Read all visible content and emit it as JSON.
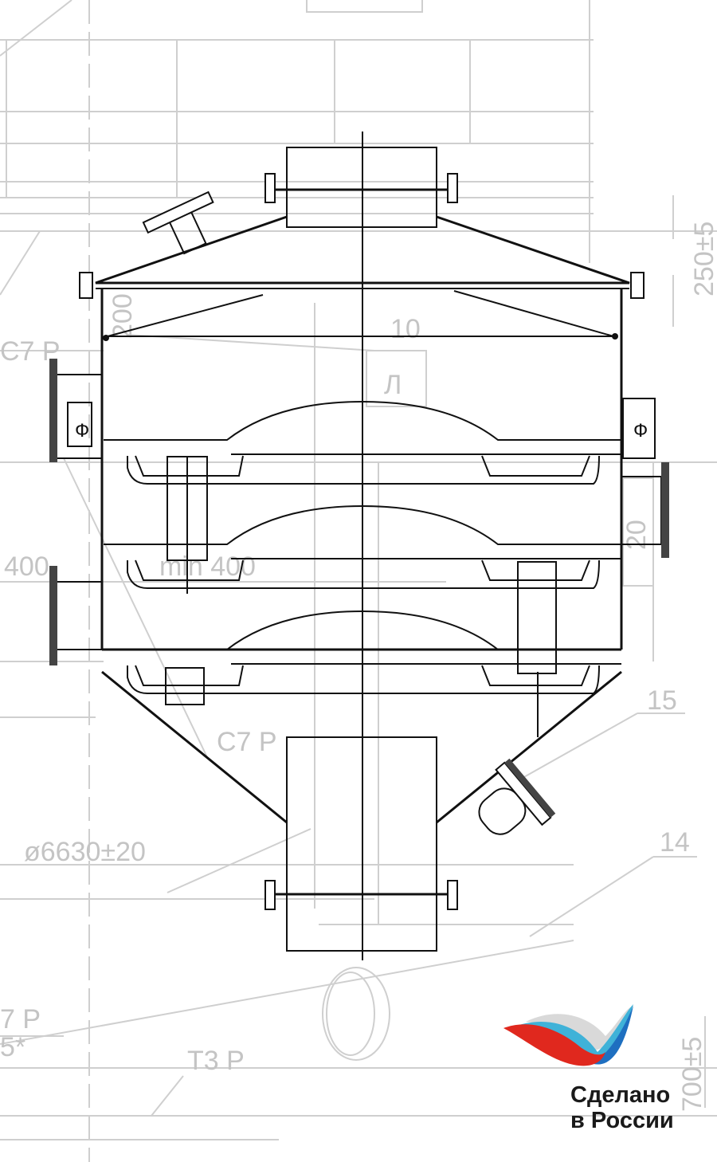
{
  "dimension_labels": {
    "top_right_height": "250±5",
    "inner_height": "200",
    "callout_10": "10",
    "section_mark": "Л",
    "weld_left_top": "С7 Р",
    "left_400": "400",
    "min_gap": "min 400",
    "right_20": "20",
    "callout_15": "15",
    "callout_14": "14",
    "diameter": "ø6630±20",
    "weld_center": "С7 Р",
    "weld_bottom_left": "7 Р",
    "star_mark": "5*",
    "weld_t3": "Т3 Р",
    "bottom_right_height": "700±5",
    "hatch_mark_left": "Ф",
    "hatch_mark_right": "Ф"
  },
  "logo": {
    "line1": "Сделано",
    "line2": "в России",
    "colors": {
      "white": "#d9d9d9",
      "blue": "#1e6fc0",
      "cyan": "#3fb2d8",
      "red": "#e0281e"
    }
  },
  "colors": {
    "drawing": "#111111",
    "background_lines": "#cfcfcf"
  }
}
